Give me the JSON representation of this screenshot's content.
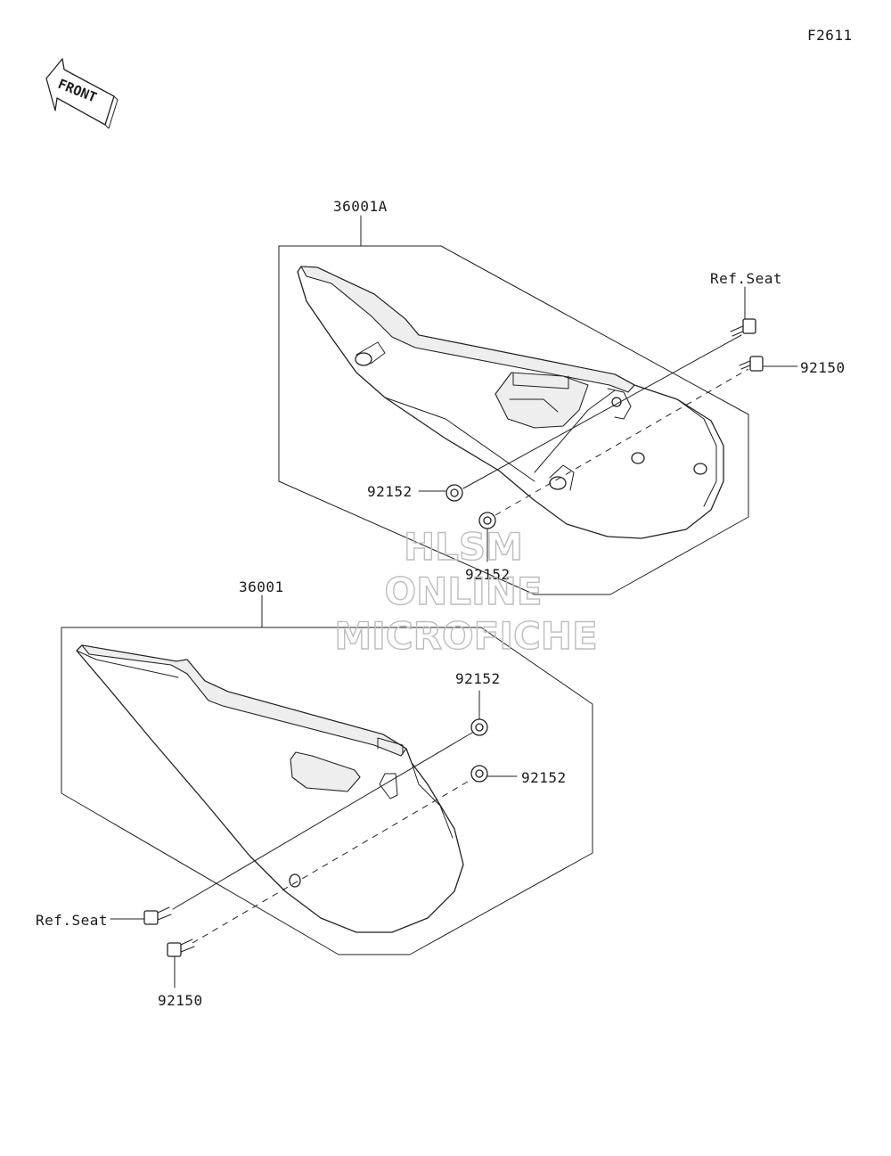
{
  "figure_code": "F2611",
  "front_marker": "FRONT",
  "watermark": [
    "HLSM",
    "ONLINE",
    "MICROFICHE"
  ],
  "upper_assembly": {
    "part_number": "36001A",
    "callouts": {
      "ref_seat": "Ref.Seat",
      "bolt": "92150",
      "grommet_left": "92152",
      "grommet_lower": "92152"
    }
  },
  "lower_assembly": {
    "part_number": "36001",
    "callouts": {
      "grommet_top": "92152",
      "grommet_right": "92152",
      "ref_seat": "Ref.Seat",
      "bolt": "92150"
    }
  },
  "colors": {
    "line": "#222222",
    "watermark": "#bdbdbd",
    "background": "#ffffff"
  }
}
